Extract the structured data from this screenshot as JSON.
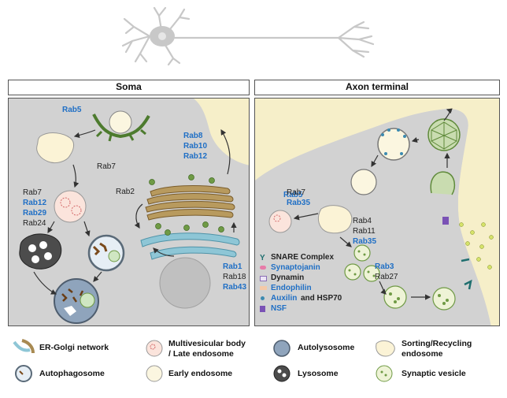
{
  "panels": {
    "soma": {
      "title": "Soma"
    },
    "axon": {
      "title": "Axon terminal"
    }
  },
  "soma_labels": {
    "rab5": "Rab5",
    "rab7_top": "Rab7",
    "rab7": "Rab7",
    "rab12": "Rab12",
    "rab29": "Rab29",
    "rab24": "Rab24",
    "rab2": "Rab2",
    "rab8": "Rab8",
    "rab10": "Rab10",
    "rab12b": "Rab12",
    "rab1": "Rab1",
    "rab18": "Rab18",
    "rab43": "Rab43"
  },
  "axon_labels": {
    "rab5": "Rab5",
    "rab7": "Rab7",
    "rab35": "Rab35",
    "rab4": "Rab4",
    "rab11": "Rab11",
    "rab35b": "Rab35",
    "rab3": "Rab3",
    "rab27": "Rab27"
  },
  "inset_legend": [
    {
      "icon": "snare-complex-icon",
      "text": "SNARE Complex",
      "highlight": false
    },
    {
      "icon": "synaptojanin-icon",
      "text": "Synaptojanin",
      "highlight": true
    },
    {
      "icon": "dynamin-icon",
      "text": "Dynamin",
      "highlight": false
    },
    {
      "icon": "endophilin-icon",
      "text": "Endophilin",
      "highlight": true
    },
    {
      "icon": "auxilin-icon",
      "text": "Auxilin",
      "suffix": " and HSP70",
      "highlight": true
    },
    {
      "icon": "nsf-icon",
      "text": "NSF",
      "highlight": true
    }
  ],
  "legend": {
    "er_golgi": "ER-Golgi network",
    "autophagosome": "Autophagosome",
    "mvb_line1": "Multivesicular body",
    "mvb_line2": "/ Late endosome",
    "early_endosome": "Early endosome",
    "autolysosome": "Autolysosome",
    "lysosome": "Lysosome",
    "sorting_line1": "Sorting/Recycling",
    "sorting_line2": "endosome",
    "synaptic_vesicle": "Synaptic vesicle"
  },
  "colors": {
    "rab_blue": "#1f6fc5",
    "cytoplasm": "#d2d2d2",
    "extracellular": "#f6efc9",
    "golgi": "#a88a52",
    "er": "#8ec6d6",
    "vesicle_green": "#6f9a45"
  }
}
